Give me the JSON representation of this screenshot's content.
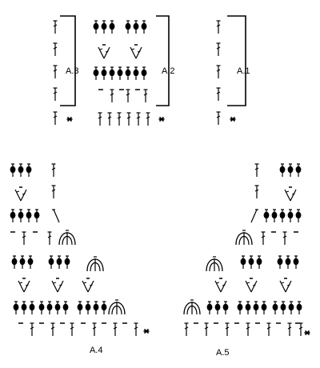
{
  "charts": {
    "a1": {
      "label": "A.1"
    },
    "a2": {
      "label": "A.2"
    },
    "a3": {
      "label": "A.3"
    },
    "a4": {
      "label": "A.4"
    },
    "a5": {
      "label": "A.5"
    }
  },
  "symbols": {
    "treble": "treble-stitch",
    "treble_cluster": "puffed-treble-group",
    "chain": "chain-stitch",
    "crossed": "crossed-treble-v",
    "arch": "chain-arch",
    "start": "start-asterisk"
  },
  "colors": {
    "ink": "#000000",
    "background": "#ffffff"
  }
}
